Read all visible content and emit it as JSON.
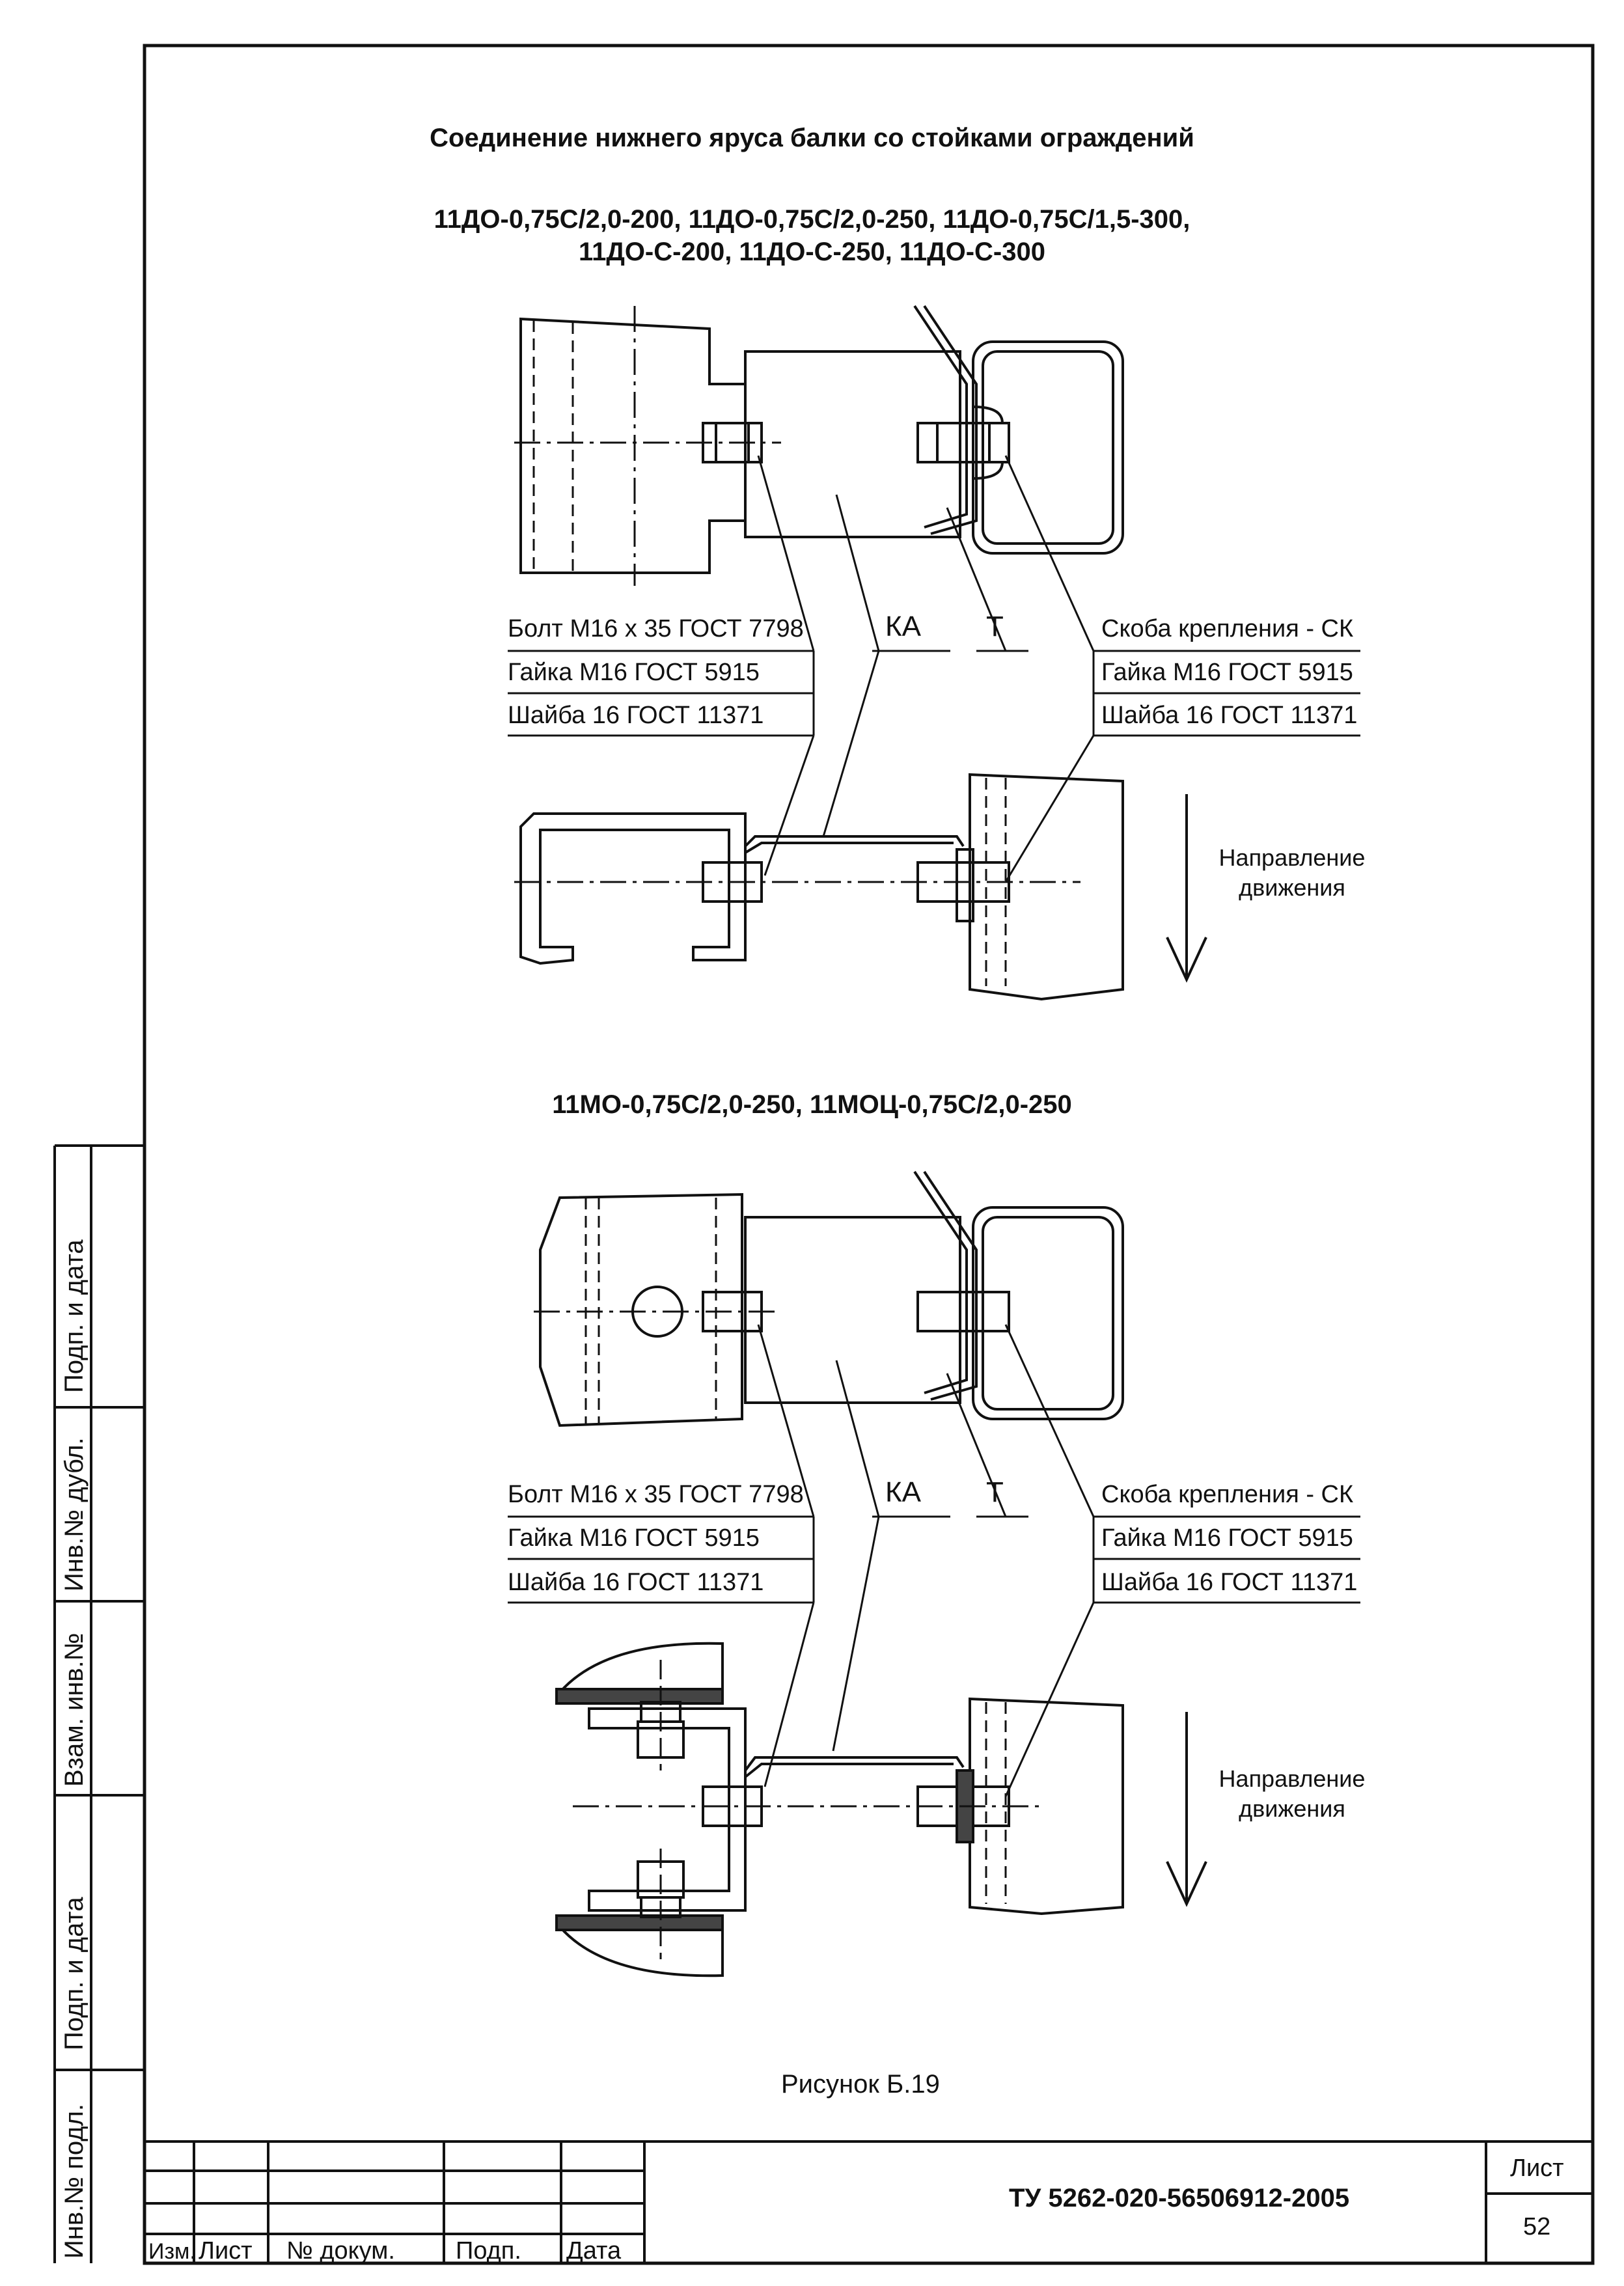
{
  "title": "Соединение нижнего яруса балки со стойками ограждений",
  "section1": {
    "models_line1": "11ДО-0,75С/2,0-200, 11ДО-0,75С/2,0-250, 11ДО-0,75С/1,5-300,",
    "models_line2": "11ДО-С-200, 11ДО-С-250, 11ДО-С-300",
    "labels": {
      "bolt": "Болт М16 х 35 ГОСТ 7798",
      "nut_left": "Гайка М16 ГОСТ 5915",
      "washer_left": "Шайба 16 ГОСТ 11371",
      "ka": "КА",
      "t": "Т",
      "bracket": "Скоба крепления - СК",
      "nut_right": "Гайка М16 ГОСТ 5915",
      "washer_right": "Шайба 16 ГОСТ 11371"
    },
    "direction": {
      "line1": "Направление",
      "line2": "движения"
    }
  },
  "section2": {
    "models_line1": "11МО-0,75С/2,0-250, 11МОЦ-0,75С/2,0-250",
    "labels": {
      "bolt": "Болт М16 х 35 ГОСТ 7798",
      "nut_left": "Гайка М16 ГОСТ 5915",
      "washer_left": "Шайба 16 ГОСТ 11371",
      "ka": "КА",
      "t": "Т",
      "bracket": "Скоба крепления - СК",
      "nut_right": "Гайка М16 ГОСТ 5915",
      "washer_right": "Шайба 16 ГОСТ 11371"
    },
    "direction": {
      "line1": "Направление",
      "line2": "движения"
    }
  },
  "figure_caption": "Рисунок Б.19",
  "side_stamp": {
    "podp_data_top": "Подп. и дата",
    "inv_dubl": "Инв.№ дубл.",
    "vzam_inv": "Взам. инв.№",
    "podp_data_bottom": "Подп. и дата",
    "inv_podl": "Инв.№ подл."
  },
  "title_block": {
    "izm": "Изм.",
    "list": "Лист",
    "nom_dokum": "№ докум.",
    "podp": "Подп.",
    "data": "Дата",
    "document_code": "ТУ 5262-020-56506912-2005",
    "sheet_label": "Лист",
    "sheet_number": "52"
  }
}
